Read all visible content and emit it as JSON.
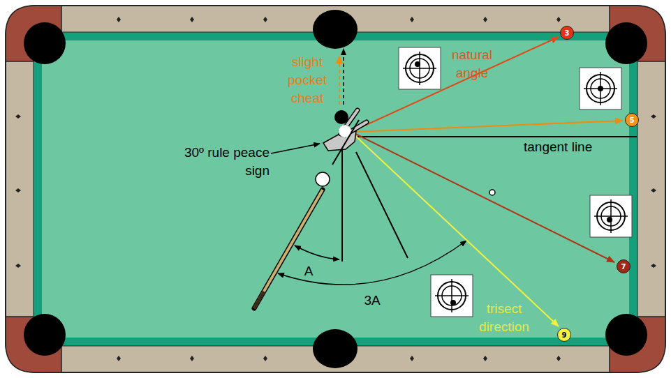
{
  "diagram": {
    "nodes": [
      {
        "text": [
          "3"
        ]
      },
      {
        "text": [
          "5"
        ]
      },
      {
        "text": [
          "7"
        ]
      },
      {
        "text": [
          "9"
        ]
      }
    ],
    "labels": [
      "slight pocket cheat",
      "natural angle",
      "30º rule peace sign",
      "tangent line",
      "A",
      "3A",
      "trisect direction"
    ]
  }
}
